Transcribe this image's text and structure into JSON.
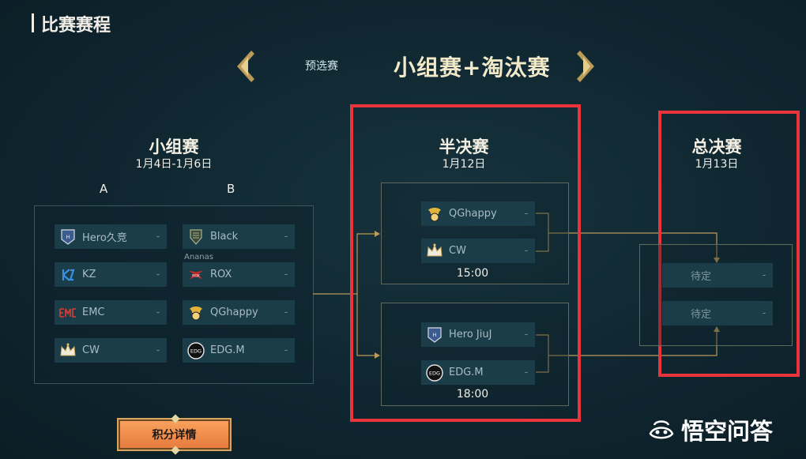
{
  "page": {
    "title": "比赛赛程"
  },
  "nav": {
    "prev_tab": "预选赛",
    "current_tab": "小组赛+淘汰赛"
  },
  "group_stage": {
    "title": "小组赛",
    "dates": "1月4日-1月6日",
    "group_a_label": "A",
    "group_b_label": "B",
    "group_a": [
      {
        "name": "Hero久竞",
        "score": "-",
        "logo": "hero-logo"
      },
      {
        "name": "KZ",
        "score": "-",
        "logo": "kz-logo"
      },
      {
        "name": "EMC",
        "score": "-",
        "logo": "emc-logo"
      },
      {
        "name": "CW",
        "score": "-",
        "logo": "cw-crown-logo"
      }
    ],
    "group_b": [
      {
        "name": "Black",
        "score": "-",
        "logo": "black-shield-logo"
      },
      {
        "name": "ROX",
        "score": "-",
        "logo": "rox-logo"
      },
      {
        "name": "QGhappy",
        "score": "-",
        "logo": "qghappy-logo"
      },
      {
        "name": "EDG.M",
        "score": "-",
        "logo": "edgm-logo"
      }
    ],
    "overflow_text": "Ananas"
  },
  "semifinal": {
    "title": "半决赛",
    "date": "1月12日",
    "matches": [
      {
        "team1": "QGhappy",
        "score1": "-",
        "team2": "CW",
        "score2": "-",
        "time": "15:00"
      },
      {
        "team1": "Hero JiuJ",
        "score1": "-",
        "team2": "EDG.M",
        "score2": "-",
        "time": "18:00"
      }
    ]
  },
  "final": {
    "title": "总决赛",
    "date": "1月13日",
    "team1": "待定",
    "score1": "-",
    "team2": "待定",
    "score2": "-"
  },
  "points_button": "积分详情",
  "watermark": "悟空问答",
  "colors": {
    "accent_gold": "#c9a45c",
    "highlight_red": "#e8343a",
    "team_bg": "#1b3d4a"
  }
}
